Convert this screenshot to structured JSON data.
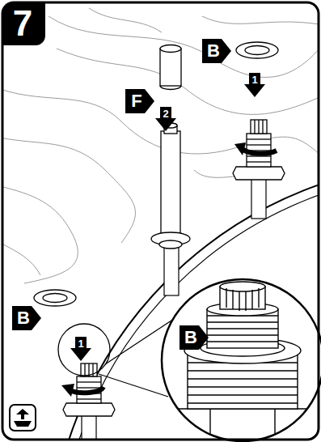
{
  "diagram": {
    "labels": [
      "7",
      "B",
      "1",
      "F",
      "2",
      "B",
      "1",
      "B"
    ]
  }
}
